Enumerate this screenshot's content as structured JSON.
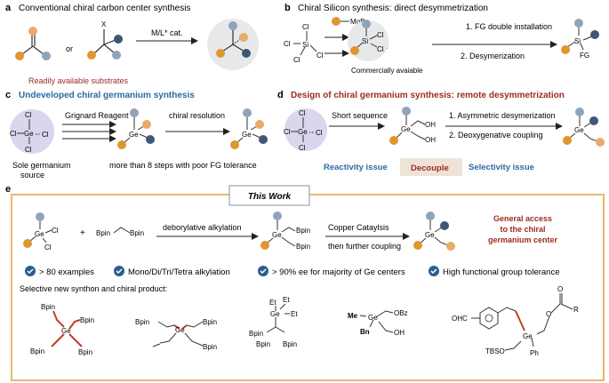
{
  "colors": {
    "orange": "#e0962e",
    "slate": "#8fa3bb",
    "navy": "#3d5777",
    "cream": "#e9aa6a",
    "circle_bg": "#e7e8ea",
    "lavender": "#d9d6ee",
    "red": "#9b2b20",
    "blue": "#2d6aa0",
    "gold": "#e7b76e",
    "beige": "#efe3d8",
    "check": "#2b5d92"
  },
  "panel_a": {
    "letter": "a",
    "title": "Conventional chiral carbon center synthesis",
    "or": "or",
    "x_label": "X",
    "arrow_label": "M/L* cat.",
    "substrates_note": "Readily available substrates"
  },
  "panel_b": {
    "letter": "b",
    "title": "Chiral Silicon synthesis: direct desymmetrization",
    "si": "Si",
    "cl": "Cl",
    "mgbr": "MgBr",
    "step1": "1. FG double installation",
    "step2": "2. Desymerization",
    "note": "Commercially avaiable",
    "fg": "FG"
  },
  "panel_c": {
    "letter": "c",
    "title": "Undeveloped chiral germanium synthesis",
    "ge": "Ge",
    "cl": "Cl",
    "grignard": "Grignard Reagent",
    "resolution": "chiral resolution",
    "source_line1": "Sole germanium",
    "source_line2": "source",
    "steps_note": "more than 8 steps with poor FG tolerance"
  },
  "panel_d": {
    "letter": "d",
    "title": "Design of chiral germanium synthesis: remote desymmetrization",
    "ge": "Ge",
    "cl": "Cl",
    "oh": "OH",
    "short": "Short sequence",
    "step1": "1. Asymmetric desymerization",
    "step2": "2. Deoxygenative coupling",
    "reactivity": "Reactivity issue",
    "decouple": "Decouple",
    "selectivity": "Selectivity issue"
  },
  "panel_e": {
    "letter": "e",
    "banner": "This Work",
    "ge": "Ge",
    "cl": "Cl",
    "plus": "+",
    "bpin": "Bpin",
    "alkylation": "deborylative alkylation",
    "copper": "Copper Cataylsis",
    "further": "then further coupling",
    "access1": "General access",
    "access2": "to the chiral",
    "access3": "germanium center",
    "features": [
      "> 80 examples",
      "Mono/Di/Tri/Tetra alkylation",
      "> 90% ee for majority of Ge centers",
      "High functional group tolerance"
    ],
    "selective_note": "Selective new synthon and chiral product:",
    "p1": {
      "ge": "Ge",
      "bpin": "Bpin"
    },
    "p2": {
      "ge": "Ge",
      "bpin": "Bpin"
    },
    "p3": {
      "ge": "Ge",
      "et": "Et",
      "bpin": "Bpin"
    },
    "p4": {
      "ge": "Ge",
      "me": "Me",
      "bn": "Bn",
      "obz": "OBz",
      "oh": "OH"
    },
    "p5": {
      "ge": "Ge",
      "ohc": "OHC",
      "tbso": "TBSO",
      "ph": "Ph",
      "o": "O",
      "r": "R"
    }
  }
}
